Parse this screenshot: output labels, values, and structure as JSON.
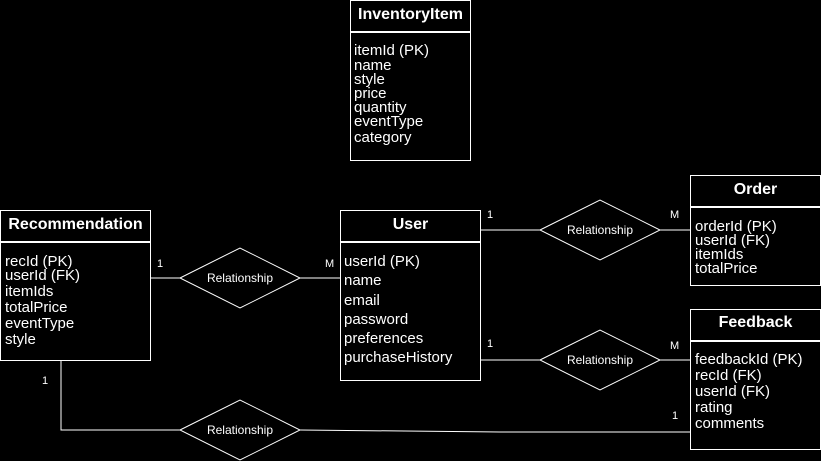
{
  "entities": {
    "inventory": {
      "name": "InventoryItem",
      "attributes": [
        "itemId (PK)",
        "name",
        "style",
        "price",
        "quantity",
        "eventType",
        "category"
      ]
    },
    "recommendation": {
      "name": "Recommendation",
      "attributes": [
        "recId (PK)",
        "userId (FK)",
        "itemIds",
        "totalPrice",
        "eventType",
        "style"
      ]
    },
    "user": {
      "name": "User",
      "attributes": [
        "userId (PK)",
        "name",
        "email",
        "password",
        "preferences",
        "purchaseHistory"
      ]
    },
    "order": {
      "name": "Order",
      "attributes": [
        "orderId (PK)",
        "userId (FK)",
        "itemIds",
        "totalPrice"
      ]
    },
    "feedback": {
      "name": "Feedback",
      "attributes": [
        "feedbackId (PK)",
        "recId (FK)",
        "userId (FK)",
        "rating",
        "comments"
      ]
    }
  },
  "relationships": {
    "user_order": {
      "label": "Relationship",
      "card_a": "1",
      "card_b": "M"
    },
    "rec_user": {
      "label": "Relationship",
      "card_a": "1",
      "card_b": "M"
    },
    "user_feedback": {
      "label": "Relationship",
      "card_a": "1",
      "card_b": "M"
    },
    "rec_feedback": {
      "label": "Relationship",
      "card_a": "1",
      "card_b": "1"
    }
  }
}
